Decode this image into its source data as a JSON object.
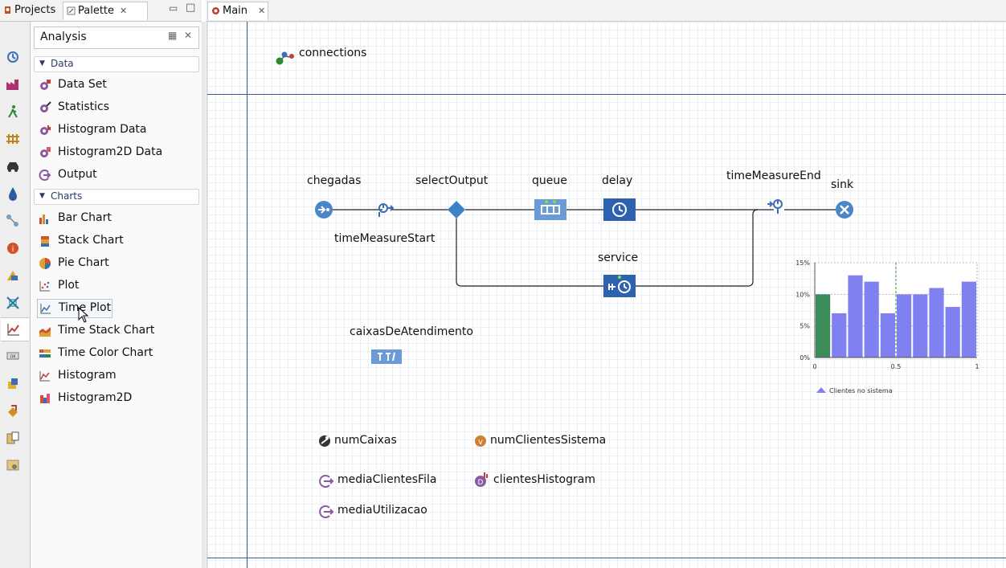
{
  "left_tabs": {
    "projects": "Projects",
    "palette": "Palette"
  },
  "editor_tab": {
    "main": "Main"
  },
  "palette": {
    "title": "Analysis",
    "sections": {
      "data": "Data",
      "charts": "Charts"
    },
    "data_items": [
      "Data Set",
      "Statistics",
      "Histogram Data",
      "Histogram2D Data",
      "Output"
    ],
    "chart_items": [
      "Bar Chart",
      "Stack Chart",
      "Pie Chart",
      "Plot",
      "Time Plot",
      "Time Stack Chart",
      "Time Color Chart",
      "Histogram",
      "Histogram2D"
    ]
  },
  "canvas": {
    "connections": "connections",
    "blocks": {
      "chegadas": "chegadas",
      "timeMeasureStart": "timeMeasureStart",
      "selectOutput": "selectOutput",
      "queue": "queue",
      "delay": "delay",
      "timeMeasureEnd": "timeMeasureEnd",
      "sink": "sink",
      "service": "service",
      "caixas": "caixasDeAtendimento"
    },
    "variables": {
      "numCaixas": "numCaixas",
      "numClientesSistema": "numClientesSistema",
      "mediaClientesFila": "mediaClientesFila",
      "clientesHistogram": "clientesHistogram",
      "mediaUtilizacao": "mediaUtilizacao"
    }
  },
  "colors": {
    "accent_block": "#3c6eb4",
    "queue_block": "#6a9bd8",
    "histogram_bar": "#8080f0",
    "histogram_first_bar": "#3c8c5a",
    "cursor_line": "#3c8c3c"
  },
  "chart_data": {
    "type": "bar",
    "x": [
      0.05,
      0.15,
      0.25,
      0.35,
      0.45,
      0.55,
      0.65,
      0.75,
      0.85,
      0.95
    ],
    "values": [
      10,
      7,
      13,
      12,
      7,
      10,
      10,
      11,
      8,
      12
    ],
    "y_ticks": [
      "15%",
      "10%",
      "5%",
      "0%"
    ],
    "x_ticks": [
      "0",
      "0.5",
      "1"
    ],
    "ylim": [
      0,
      15
    ],
    "xlim": [
      0,
      1
    ],
    "series": [
      {
        "name": "Clientes no sistema"
      }
    ],
    "legend": "bottom-left",
    "grid": true
  }
}
